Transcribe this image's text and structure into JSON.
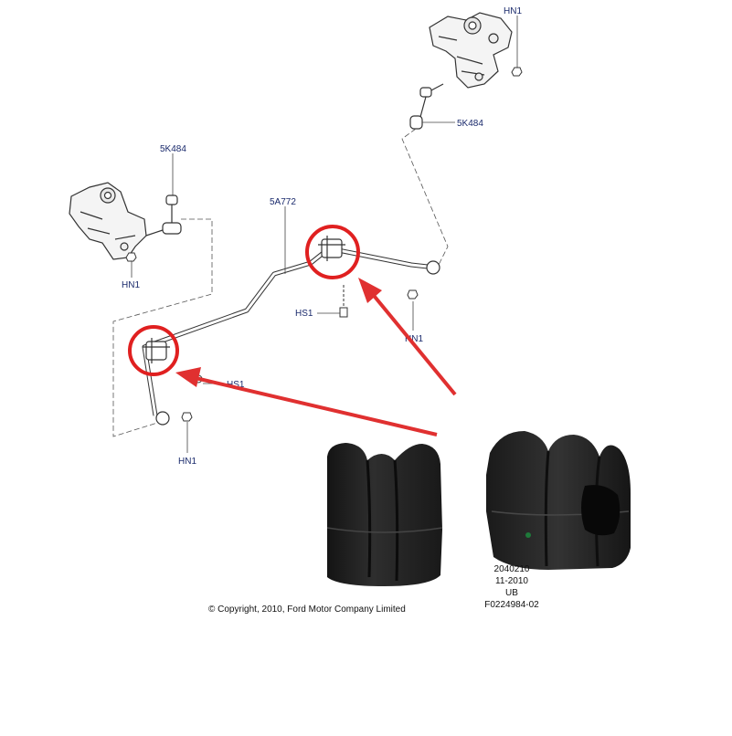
{
  "labels": {
    "top_right_nut": "HN1",
    "top_right_link": "5K484",
    "left_link": "5K484",
    "left_nut": "HN1",
    "stabilizer_bar": "5A772",
    "bolt_center": "HS1",
    "right_nut": "HN1",
    "bolt_left": "HS1",
    "bottom_nut": "HN1"
  },
  "part_info": [
    "2040210",
    "11-2010",
    "UB",
    "F0224984-02"
  ],
  "copyright": "© Copyright, 2010, Ford Motor Company Limited",
  "colors": {
    "highlight": "#e02020",
    "arrow": "#e03030",
    "label": "#1a2a6c",
    "rubber": "#1f1f1f"
  }
}
